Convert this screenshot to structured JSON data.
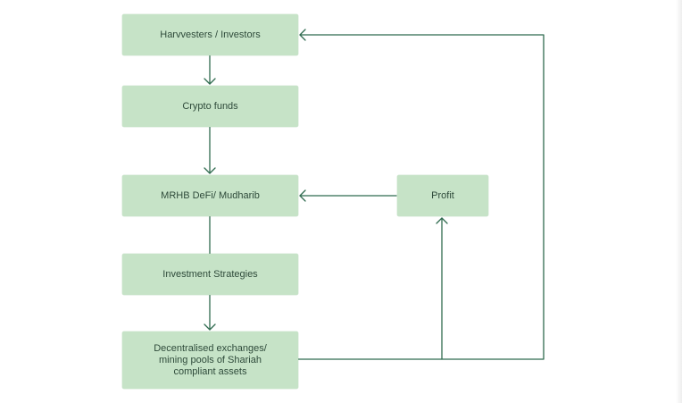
{
  "nodes": {
    "harvesters": "Harvvesters / Investors",
    "crypto_funds": "Crypto funds",
    "mrhb_defi": "MRHB DeFi/ Mudharib",
    "profit": "Profit",
    "investment_strategies": "Investment Strategies",
    "dex": "Decentralised exchanges/\nmining pools of Shariah\ncompliant assets"
  },
  "colors": {
    "box_fill": "#c6e3c7",
    "arrow": "#2f6b4f",
    "text": "#2e4a3a"
  }
}
